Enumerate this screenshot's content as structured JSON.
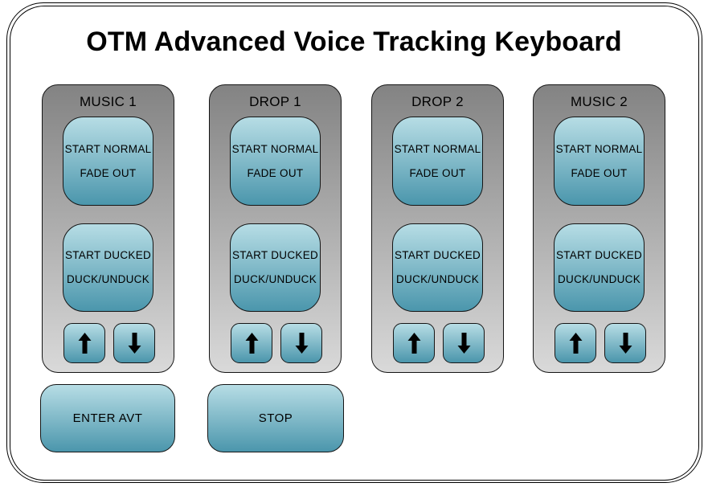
{
  "title": "OTM Advanced Voice Tracking Keyboard",
  "panels": [
    {
      "label": "MUSIC 1",
      "normal_button": {
        "line1": "START NORMAL",
        "line2": "FADE OUT"
      },
      "ducked_button": {
        "line1": "START DUCKED",
        "line2": "DUCK/UNDUCK"
      }
    },
    {
      "label": "DROP 1",
      "normal_button": {
        "line1": "START NORMAL",
        "line2": "FADE OUT"
      },
      "ducked_button": {
        "line1": "START DUCKED",
        "line2": "DUCK/UNDUCK"
      }
    },
    {
      "label": "DROP 2",
      "normal_button": {
        "line1": "START NORMAL",
        "line2": "FADE OUT"
      },
      "ducked_button": {
        "line1": "START DUCKED",
        "line2": "DUCK/UNDUCK"
      }
    },
    {
      "label": "MUSIC 2",
      "normal_button": {
        "line1": "START NORMAL",
        "line2": "FADE OUT"
      },
      "ducked_button": {
        "line1": "START DUCKED",
        "line2": "DUCK/UNDUCK"
      }
    }
  ],
  "footer": {
    "enter_avt_label": "ENTER AVT",
    "stop_label": "STOP"
  },
  "icons": {
    "up": "up-arrow-icon",
    "down": "down-arrow-icon"
  },
  "colors": {
    "panel_top": "#838383",
    "panel_bottom": "#d9d9d9",
    "button_top": "#b7dde5",
    "button_bottom": "#4b96ac",
    "frame_border": "#000000",
    "text": "#000000"
  }
}
